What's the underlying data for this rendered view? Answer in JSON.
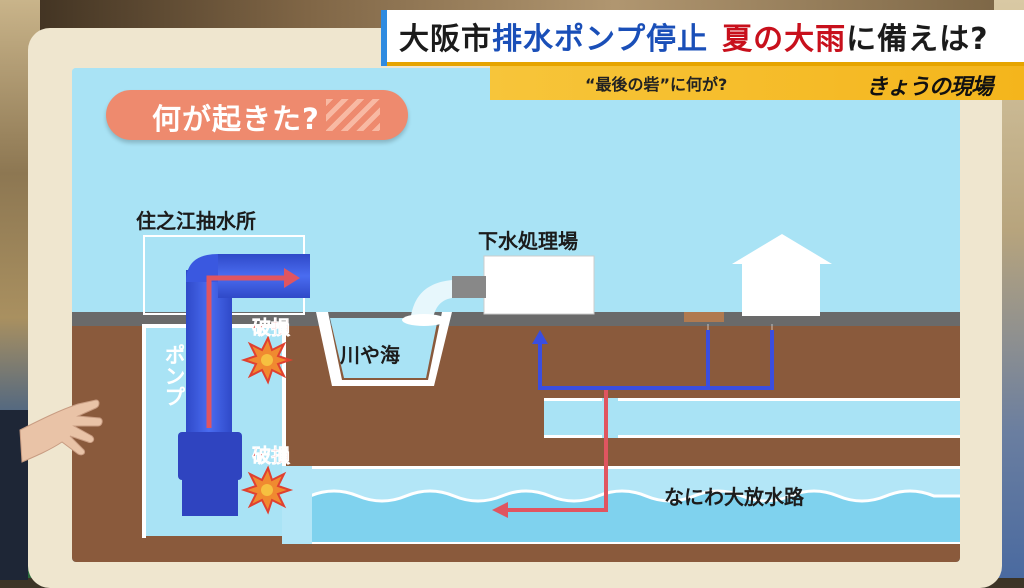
{
  "telop": {
    "prefix": "大阪市",
    "highlight_blue": "排水ポンプ停止",
    "highlight_red": "夏の大雨",
    "suffix": "に備えは?",
    "sub": "“最後の砦”に何が?",
    "brand": "きょうの現場"
  },
  "pill": {
    "label": "何が起きた?"
  },
  "diagram": {
    "station_label": "住之江抽水所",
    "pump_label": "ポンプ",
    "damage_label_1": "破損",
    "damage_label_2": "破損",
    "treatment_label": "下水処理場",
    "river_label": "川や海",
    "tunnel_label": "なにわ大放水路"
  },
  "colors": {
    "sky": "#a9e3f5",
    "ground": "#8a5a3c",
    "pipe_blue": "#3a5bd9",
    "arrow_red": "#e05560",
    "pill": "#ee8a6e",
    "telop_blue": "#1a4fb8",
    "telop_red": "#c8101c"
  }
}
